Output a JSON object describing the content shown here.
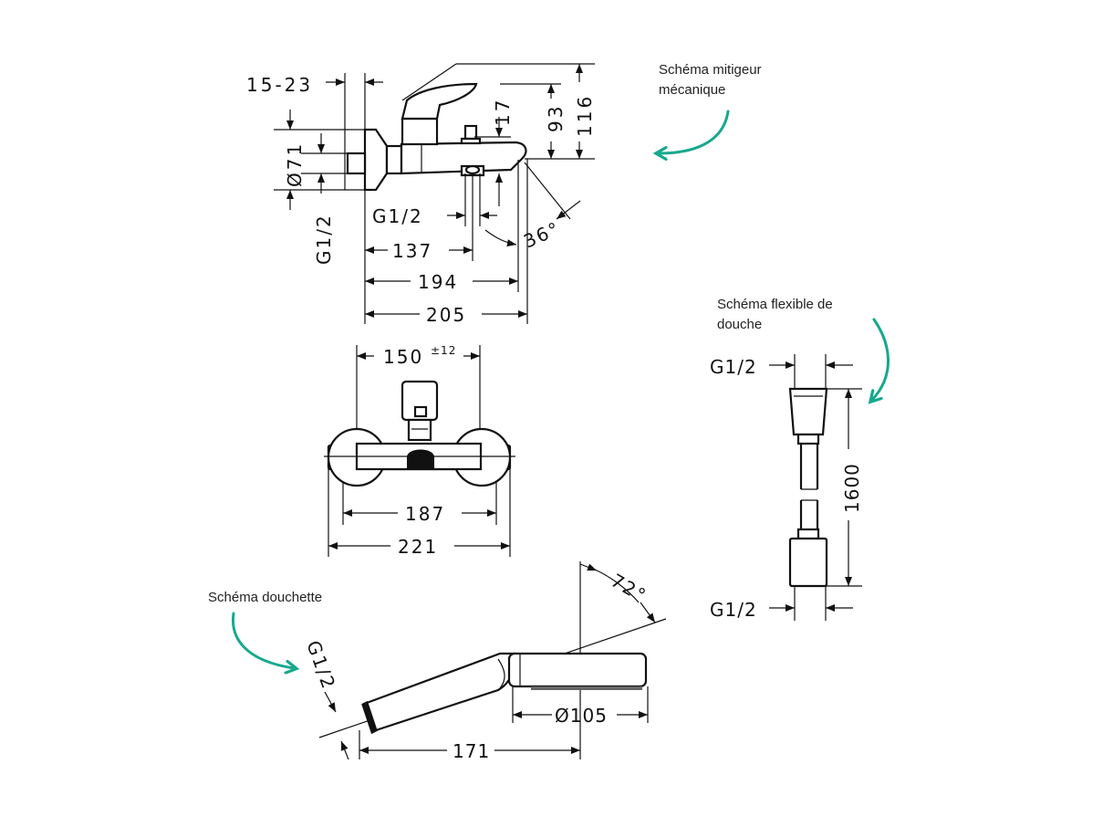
{
  "notes": {
    "mixer_label": "Schéma mitigeur\nmécanique",
    "hose_label": "Schéma flexible de\ndouche",
    "handshower_label": "Schéma douchette"
  },
  "mixer_side": {
    "d_15_23": "15-23",
    "d_116": "116",
    "d_93": "93",
    "d_17": "17",
    "d_71": "Ø71",
    "d_g12_left": "G1/2",
    "d_g12_outlet": "G1/2",
    "d_36": "36°",
    "d_137": "137",
    "d_194": "194",
    "d_205": "205"
  },
  "mixer_front": {
    "d_150": "150",
    "d_150_tol": "±12",
    "d_187": "187",
    "d_221": "221"
  },
  "hose": {
    "g12_top": "G1/2",
    "length": "1600",
    "g12_bottom": "G1/2"
  },
  "handshower": {
    "angle": "72°",
    "g12": "G1/2",
    "diameter": "Ø105",
    "length": "171"
  },
  "colors": {
    "accent_arrow": "#17a88d",
    "line": "#111111"
  }
}
